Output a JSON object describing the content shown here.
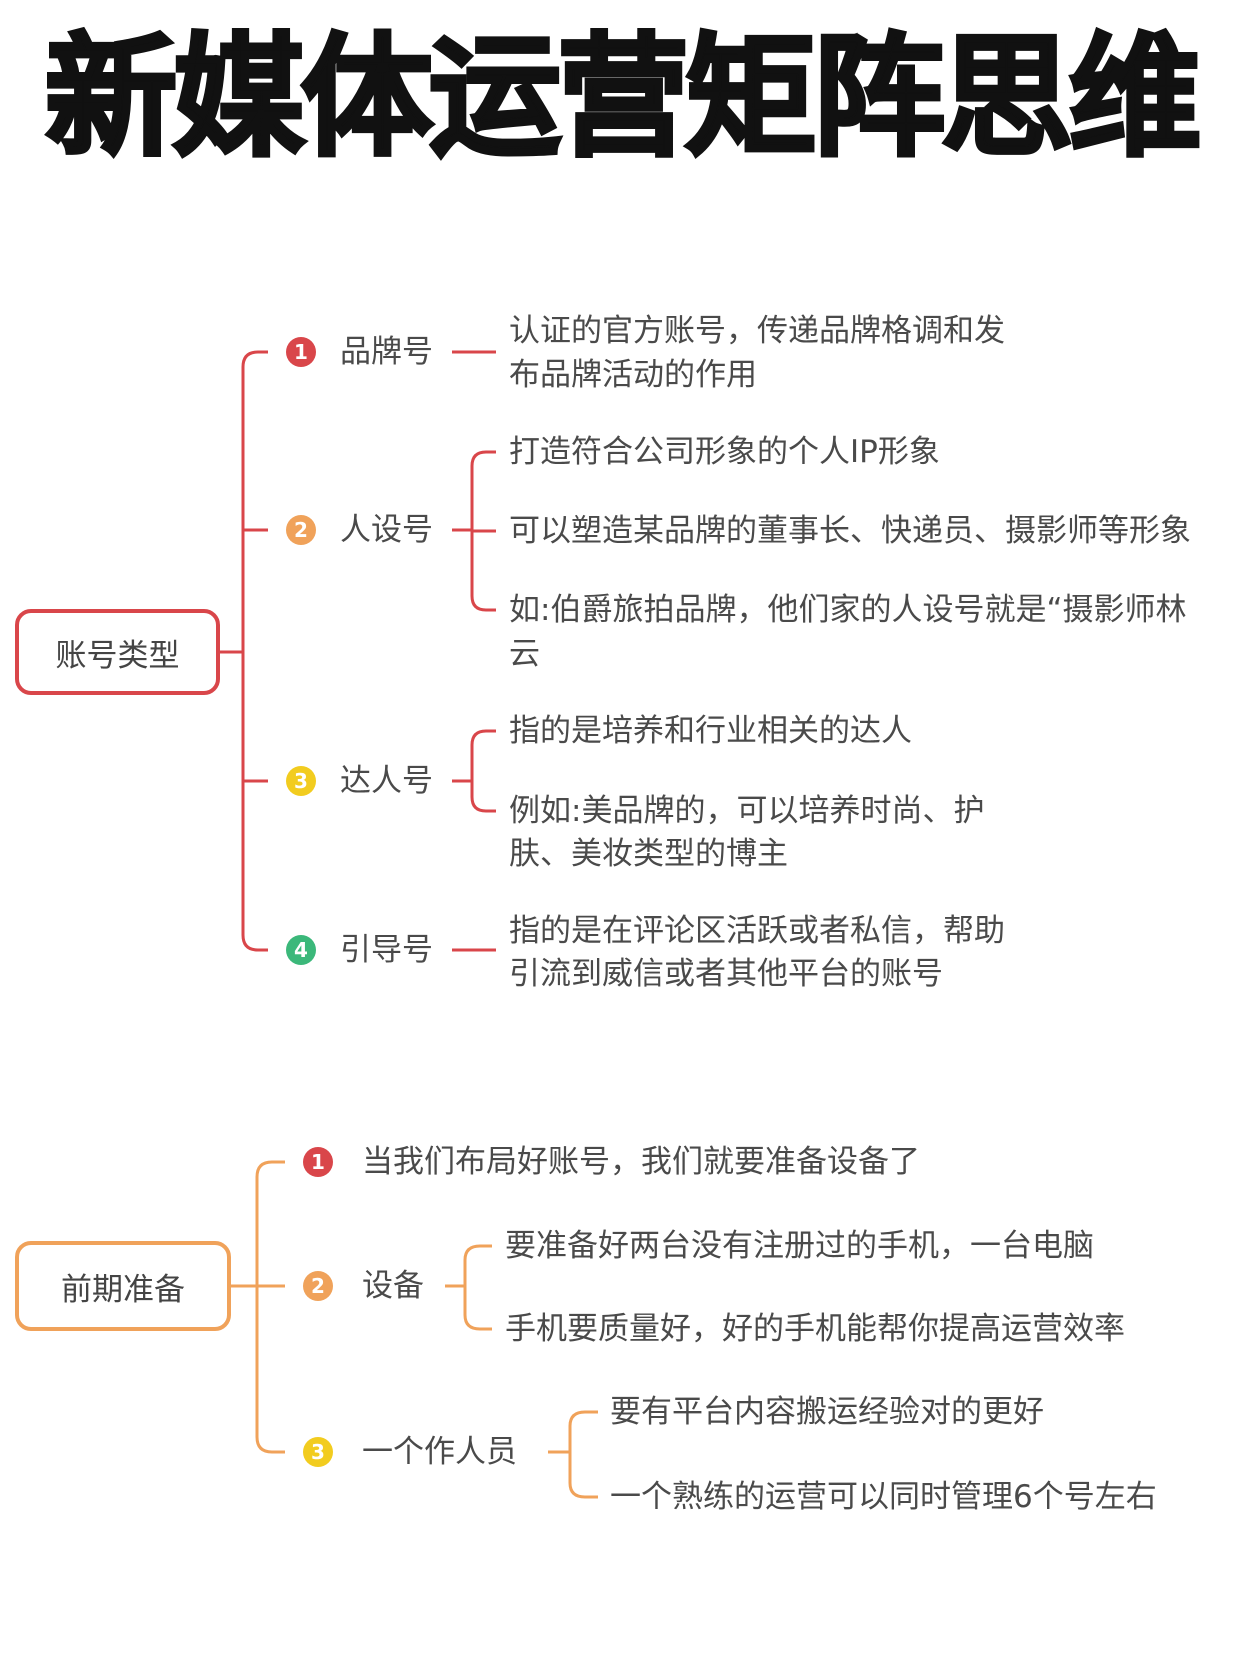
{
  "title": "新媒体运营矩阵思维",
  "colors": {
    "red": "#d9464a",
    "orange": "#f0a25a",
    "yellow": "#f2cc1f",
    "green": "#3bb87a"
  },
  "section1": {
    "root": "账号类型",
    "branches": [
      {
        "num": "1",
        "label": "品牌号",
        "details": [
          "认证的官方账号，传递品牌格调和发",
          "布品牌活动的作用"
        ]
      },
      {
        "num": "2",
        "label": "人设号",
        "details": [
          "打造符合公司形象的个人IP形象",
          "可以塑造某品牌的董事长、快递员、摄影师等形象",
          "如:伯爵旅拍品牌，他们家的人设号就是“摄影师林",
          "云"
        ]
      },
      {
        "num": "3",
        "label": "达人号",
        "details": [
          "指的是培养和行业相关的达人",
          "例如:美品牌的，可以培养时尚、护",
          "肤、美妆类型的博主"
        ]
      },
      {
        "num": "4",
        "label": "引导号",
        "details": [
          "指的是在评论区活跃或者私信，帮助",
          "引流到威信或者其他平台的账号"
        ]
      }
    ]
  },
  "section2": {
    "root": "前期准备",
    "branches": [
      {
        "num": "1",
        "label": "当我们布局好账号，我们就要准备设备了"
      },
      {
        "num": "2",
        "label": "设备",
        "details": [
          "要准备好两台没有注册过的手机，一台电脑",
          "手机要质量好，好的手机能帮你提高运营效率"
        ]
      },
      {
        "num": "3",
        "label": "一个作人员",
        "details": [
          "要有平台内容搬运经验对的更好",
          "一个熟练的运营可以同时管理6个号左右"
        ]
      }
    ]
  }
}
